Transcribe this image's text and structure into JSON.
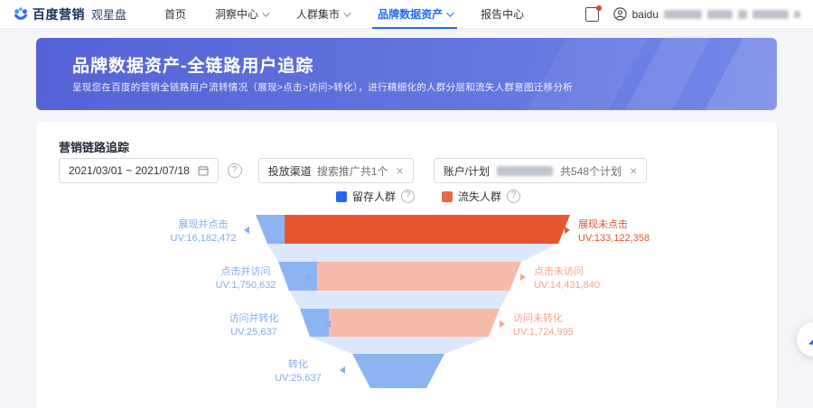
{
  "nav": {
    "brand_bold": "百度营销",
    "brand_suffix": "观星盘",
    "items": [
      {
        "label": "首页"
      },
      {
        "label": "洞察中心"
      },
      {
        "label": "人群集市"
      },
      {
        "label": "品牌数据资产"
      },
      {
        "label": "报告中心"
      }
    ],
    "account_name": "baidu"
  },
  "banner": {
    "title": "品牌数据资产-全链路用户追踪",
    "subtitle": "呈现您在百度的营销全链路用户流转情况（展现>点击>访问>转化），进行精细化的人群分层和流失人群意图迁移分析"
  },
  "panel": {
    "section_title": "营销链路追踪",
    "date_range": "2021/03/01 ~ 2021/07/18",
    "channel_filter": {
      "label": "投放渠道",
      "value": "搜索推广共1个"
    },
    "account_filter": {
      "label": "账户/计划",
      "value_suffix": "共548个计划"
    }
  },
  "legend": {
    "retained": "留存人群",
    "lost": "流失人群"
  },
  "icons": {
    "close": "×",
    "help": "?"
  },
  "colors": {
    "accent_blue": "#2468f2",
    "legend_retained": "#2468f2",
    "legend_lost": "#eb6846",
    "funnel_retained": "#8db4f2",
    "funnel_lost_dark": "#e7552f",
    "funnel_lost_light": "#f8baa8",
    "funnel_connector": "#dce8fb",
    "banner_gradient_start": "#5562d6",
    "banner_gradient_end": "#7487e9"
  },
  "chart_data": {
    "type": "funnel",
    "title": "营销链路追踪",
    "legend": [
      "留存人群",
      "流失人群"
    ],
    "stages": [
      {
        "retained_label": "展现并点击",
        "retained_uv": 16182472,
        "retained_uv_text": "UV:16,182,472",
        "lost_label": "展现未点击",
        "lost_uv": 133122358,
        "lost_uv_text": "UV:133,122,358"
      },
      {
        "retained_label": "点击并访问",
        "retained_uv": 1750632,
        "retained_uv_text": "UV:1,750,632",
        "lost_label": "点击未访问",
        "lost_uv": 14431840,
        "lost_uv_text": "UV:14,431,840"
      },
      {
        "retained_label": "访问并转化",
        "retained_uv": 25637,
        "retained_uv_text": "UV:25,637",
        "lost_label": "访问未转化",
        "lost_uv": 1724995,
        "lost_uv_text": "UV:1,724,995"
      },
      {
        "retained_label": "转化",
        "retained_uv": 25637,
        "retained_uv_text": "UV:25,637"
      }
    ]
  }
}
